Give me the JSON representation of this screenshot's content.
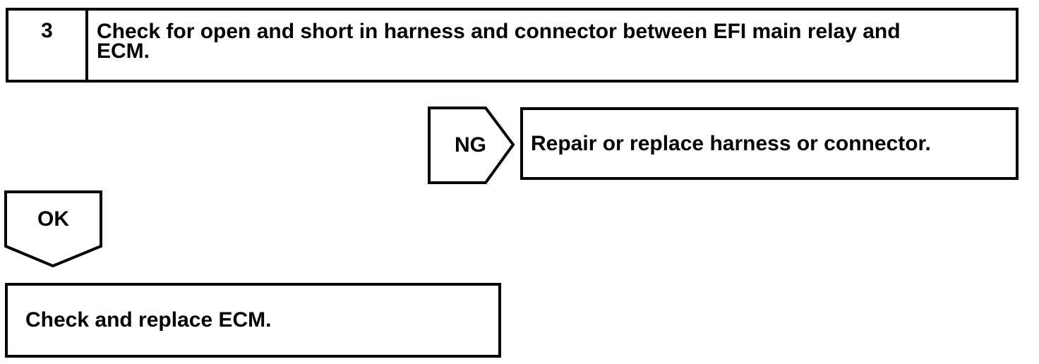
{
  "page": {
    "background_color": "#ffffff",
    "ink_color": "#000000"
  },
  "flowchart": {
    "step": {
      "number": "3",
      "instruction": "Check for open and short in harness and connector between EFI main relay and ECM.",
      "instruction_line1": "Check for open and short in harness and connector between EFI main relay and",
      "instruction_line2": "ECM."
    },
    "ng_branch": {
      "label": "NG",
      "action": "Repair or replace harness or connector."
    },
    "ok_branch": {
      "label": "OK",
      "action": "Check and replace ECM."
    }
  }
}
